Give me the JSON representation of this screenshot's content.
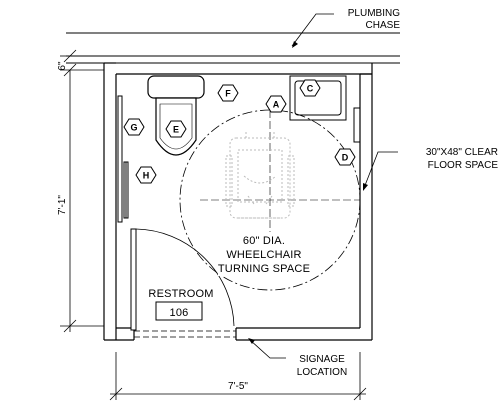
{
  "annotations": {
    "plumbing_chase_1": "PLUMBING",
    "plumbing_chase_2": "CHASE",
    "clear_floor_1": "30\"X48\" CLEAR",
    "clear_floor_2": "FLOOR SPACE",
    "turning_1": "60\" DIA.",
    "turning_2": "WHEELCHAIR",
    "turning_3": "TURNING SPACE",
    "signage_1": "SIGNAGE",
    "signage_2": "LOCATION"
  },
  "sign": {
    "room_name": "RESTROOM",
    "room_number": "106"
  },
  "dimensions": {
    "height": "7'-1\"",
    "width": "7'-5\"",
    "wall_thickness": "6\""
  },
  "tags": {
    "a": "A",
    "c": "C",
    "d": "D",
    "e": "E",
    "f": "F",
    "g": "G",
    "h": "H"
  }
}
